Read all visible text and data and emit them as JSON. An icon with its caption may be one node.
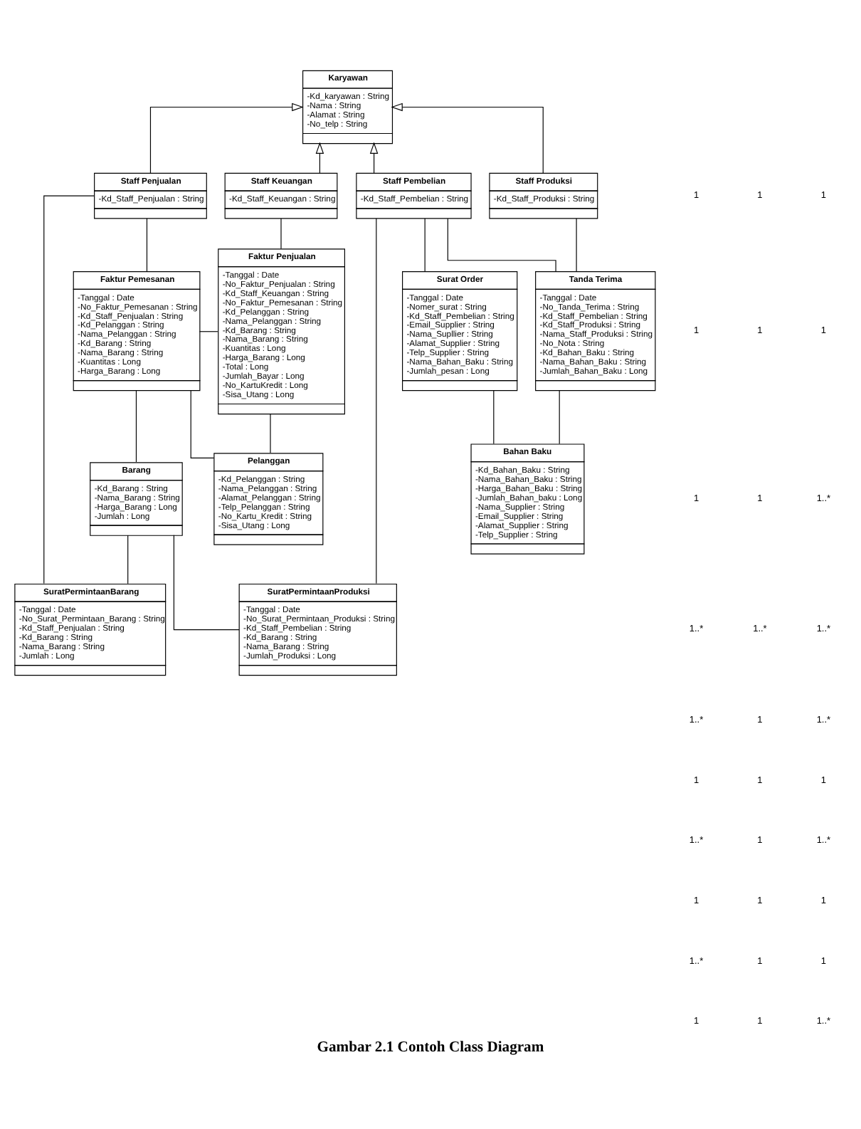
{
  "diagram": {
    "caption": "Gambar 2.1 Contoh Class Diagram",
    "nodes": [
      {
        "text": [
          "Karyawan",
          "-Kd_karyawan : String",
          "-Nama : String",
          "-Alamat : String",
          "-No_telp : String"
        ]
      },
      {
        "text": [
          "Staff Penjualan",
          "-Kd_Staff_Penjualan : String"
        ]
      },
      {
        "text": [
          "Staff Keuangan",
          "-Kd_Staff_Keuangan : String"
        ]
      },
      {
        "text": [
          "Staff Pembelian",
          "-Kd_Staff_Pembelian : String"
        ]
      },
      {
        "text": [
          "Staff Produksi",
          "-Kd_Staff_Produksi : String"
        ]
      },
      {
        "text": [
          "Faktur Pemesanan",
          "-Tanggal : Date",
          "-No_Faktur_Pemesanan : String",
          "-Kd_Staff_Penjualan : String",
          "-Kd_Pelanggan : String",
          "-Nama_Pelanggan : String",
          "-Kd_Barang : String",
          "-Nama_Barang : String",
          "-Kuantitas : Long",
          "-Harga_Barang : Long"
        ]
      },
      {
        "text": [
          "Faktur Penjualan",
          "-Tanggal : Date",
          "-No_Faktur_Penjualan : String",
          "-Kd_Staff_Keuangan : String",
          "-No_Faktur_Pemesanan : String",
          "-Kd_Pelanggan : String",
          "-Nama_Pelanggan : String",
          "-Kd_Barang : String",
          "-Nama_Barang : String",
          "-Kuantitas : Long",
          "-Harga_Barang : Long",
          "-Total : Long",
          "-Jumlah_Bayar : Long",
          "-No_KartuKredit : Long",
          "-Sisa_Utang : Long"
        ]
      },
      {
        "text": [
          "Surat Order",
          "-Tanggal : Date",
          "-Nomer_surat : String",
          "-Kd_Staff_Pembelian : String",
          "-Email_Supplier : String",
          "-Nama_Supllier : String",
          "-Alamat_Supplier : String",
          "-Telp_Supplier : String",
          "-Nama_Bahan_Baku : String",
          "-Jumlah_pesan : Long"
        ]
      },
      {
        "text": [
          "Tanda Terima",
          "-Tanggal : Date",
          "-No_Tanda_Terima : String",
          "-Kd_Staff_Pembelian : String",
          "-Kd_Staff_Produksi : String",
          "-Nama_Staff_Produksi : String",
          "-No_Nota : String",
          "-Kd_Bahan_Baku : String",
          "-Nama_Bahan_Baku : String",
          "-Jumlah_Bahan_Baku : Long"
        ]
      },
      {
        "text": [
          "Pelanggan",
          "-Kd_Pelanggan : String",
          "-Nama_Pelanggan : String",
          "-Alamat_Pelanggan : String",
          "-Telp_Pelanggan : String",
          "-No_Kartu_Kredit : String",
          "-Sisa_Utang : Long"
        ]
      },
      {
        "text": [
          "Barang",
          "-Kd_Barang : String",
          "-Nama_Barang : String",
          "-Harga_Barang : Long",
          "-Jumlah : Long"
        ]
      },
      {
        "text": [
          "Bahan Baku",
          "-Kd_Bahan_Baku : String",
          "-Nama_Bahan_Baku : String",
          "-Harga_Bahan_Baku : String",
          "-Jumlah_Bahan_baku : Long",
          "-Nama_Supplier : String",
          "-Email_Supplier : String",
          "-Alamat_Supplier : String",
          "-Telp_Supplier : String"
        ]
      },
      {
        "text": [
          "SuratPermintaanProduksi",
          "-Tanggal : Date",
          "-No_Surat_Permintaan_Produksi : String",
          "-Kd_Staff_Pembelian : String",
          "-Kd_Barang : String",
          "-Nama_Barang : String",
          "-Jumlah_Produksi : Long"
        ]
      },
      {
        "text": [
          "SuratPermintaanBarang",
          "-Tanggal : Date",
          "-No_Surat_Permintaan_Barang : String",
          "-Kd_Staff_Penjualan : String",
          "-Kd_Barang : String",
          "-Nama_Barang : String",
          "-Jumlah : Long"
        ]
      }
    ],
    "edges": [
      {
        "from": 1,
        "to": 0,
        "arrow": "to"
      },
      {
        "from": 2,
        "to": 0,
        "arrow": "to"
      },
      {
        "from": 3,
        "to": 0,
        "arrow": "to"
      },
      {
        "from": 4,
        "to": 0,
        "arrow": "to"
      },
      {
        "from": 1,
        "to": 5,
        "arrow": "none"
      },
      {
        "from": 1,
        "to": 13,
        "arrow": "none"
      },
      {
        "from": 2,
        "to": 6,
        "arrow": "none"
      },
      {
        "from": 5,
        "to": 6,
        "arrow": "none"
      },
      {
        "from": 5,
        "to": 9,
        "arrow": "none"
      },
      {
        "from": 6,
        "to": 9,
        "arrow": "none"
      },
      {
        "from": 5,
        "to": 10,
        "arrow": "none"
      },
      {
        "from": 10,
        "to": 13,
        "arrow": "none"
      },
      {
        "from": 10,
        "to": 12,
        "arrow": "none"
      },
      {
        "from": 3,
        "to": 12,
        "arrow": "none"
      },
      {
        "from": 3,
        "to": 7,
        "arrow": "none"
      },
      {
        "from": 3,
        "to": 8,
        "arrow": "none"
      },
      {
        "from": 4,
        "to": 8,
        "arrow": "none"
      },
      {
        "from": 8,
        "to": 11,
        "arrow": "none"
      },
      {
        "from": 7,
        "to": 11,
        "arrow": "none"
      }
    ],
    "labels": [
      "1",
      "1",
      "1",
      "1",
      "1",
      "1",
      "1",
      "1",
      "1..*",
      "1..*",
      "1..*",
      "1..*",
      "1..*",
      "1",
      "1..*",
      "1",
      "1",
      "1",
      "1..*",
      "1",
      "1..*",
      "1",
      "1",
      "1",
      "1..*",
      "1",
      "1",
      "1",
      "1",
      "1..*"
    ]
  }
}
